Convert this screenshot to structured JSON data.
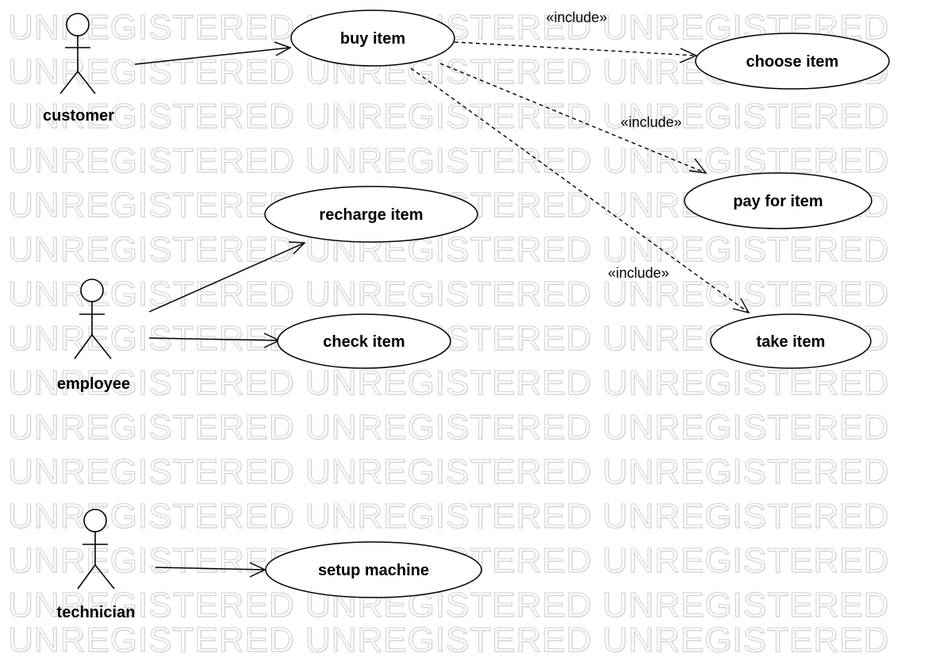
{
  "watermark": {
    "text": "UNREGISTERED"
  },
  "actors": {
    "customer": {
      "label": "customer"
    },
    "employee": {
      "label": "employee"
    },
    "technician": {
      "label": "technician"
    }
  },
  "use_cases": {
    "buy_item": {
      "label": "buy item"
    },
    "choose_item": {
      "label": "choose item"
    },
    "pay_for_item": {
      "label": "pay for item"
    },
    "take_item": {
      "label": "take item"
    },
    "recharge_item": {
      "label": "recharge item"
    },
    "check_item": {
      "label": "check item"
    },
    "setup_machine": {
      "label": "setup machine"
    }
  },
  "relationships": {
    "include_choose": {
      "stereotype": "«include»"
    },
    "include_pay": {
      "stereotype": "«include»"
    },
    "include_take": {
      "stereotype": "«include»"
    }
  },
  "colors": {
    "stroke": "#000000",
    "ellipse_fill": "#ffffff",
    "watermark_outline": "#cfcfcf"
  }
}
